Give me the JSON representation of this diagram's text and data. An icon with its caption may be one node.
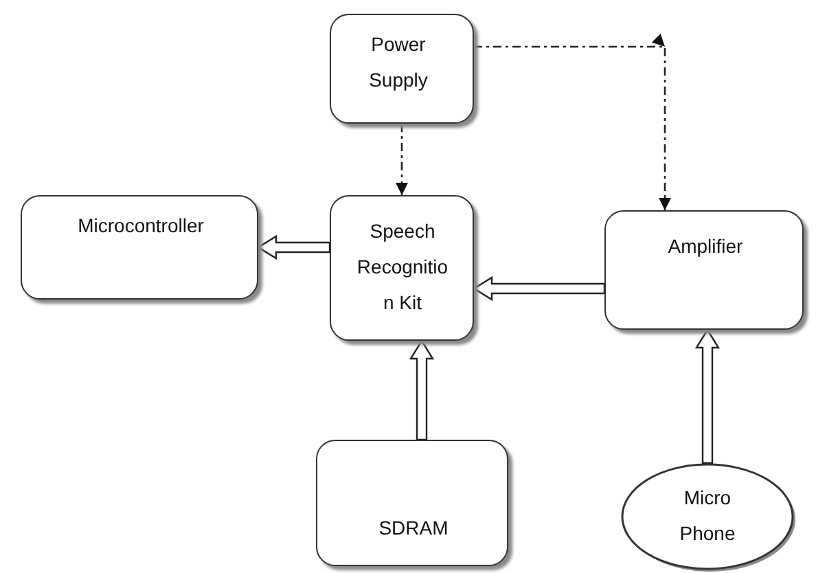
{
  "diagram": {
    "nodes": [
      {
        "text": [
          "Power Supply"
        ]
      },
      {
        "text": [
          "Microcontroller"
        ]
      },
      {
        "text": [
          "Speech Recognitio n Kit"
        ]
      },
      {
        "text": [
          "Amplifier"
        ]
      },
      {
        "text": [
          "SDRAM"
        ]
      },
      {
        "text": [
          "Micro Phone"
        ]
      }
    ],
    "edges": [
      {
        "from": 0,
        "to": 2,
        "arrow": "to",
        "style": "dashed"
      },
      {
        "from": 0,
        "to": 3,
        "arrow": "to",
        "style": "dashed"
      },
      {
        "from": 2,
        "to": 1,
        "arrow": "to",
        "style": "thick"
      },
      {
        "from": 3,
        "to": 2,
        "arrow": "to",
        "style": "thick"
      },
      {
        "from": 4,
        "to": 2,
        "arrow": "to",
        "style": "thick"
      },
      {
        "from": 5,
        "to": 3,
        "arrow": "to",
        "style": "thick"
      }
    ]
  }
}
